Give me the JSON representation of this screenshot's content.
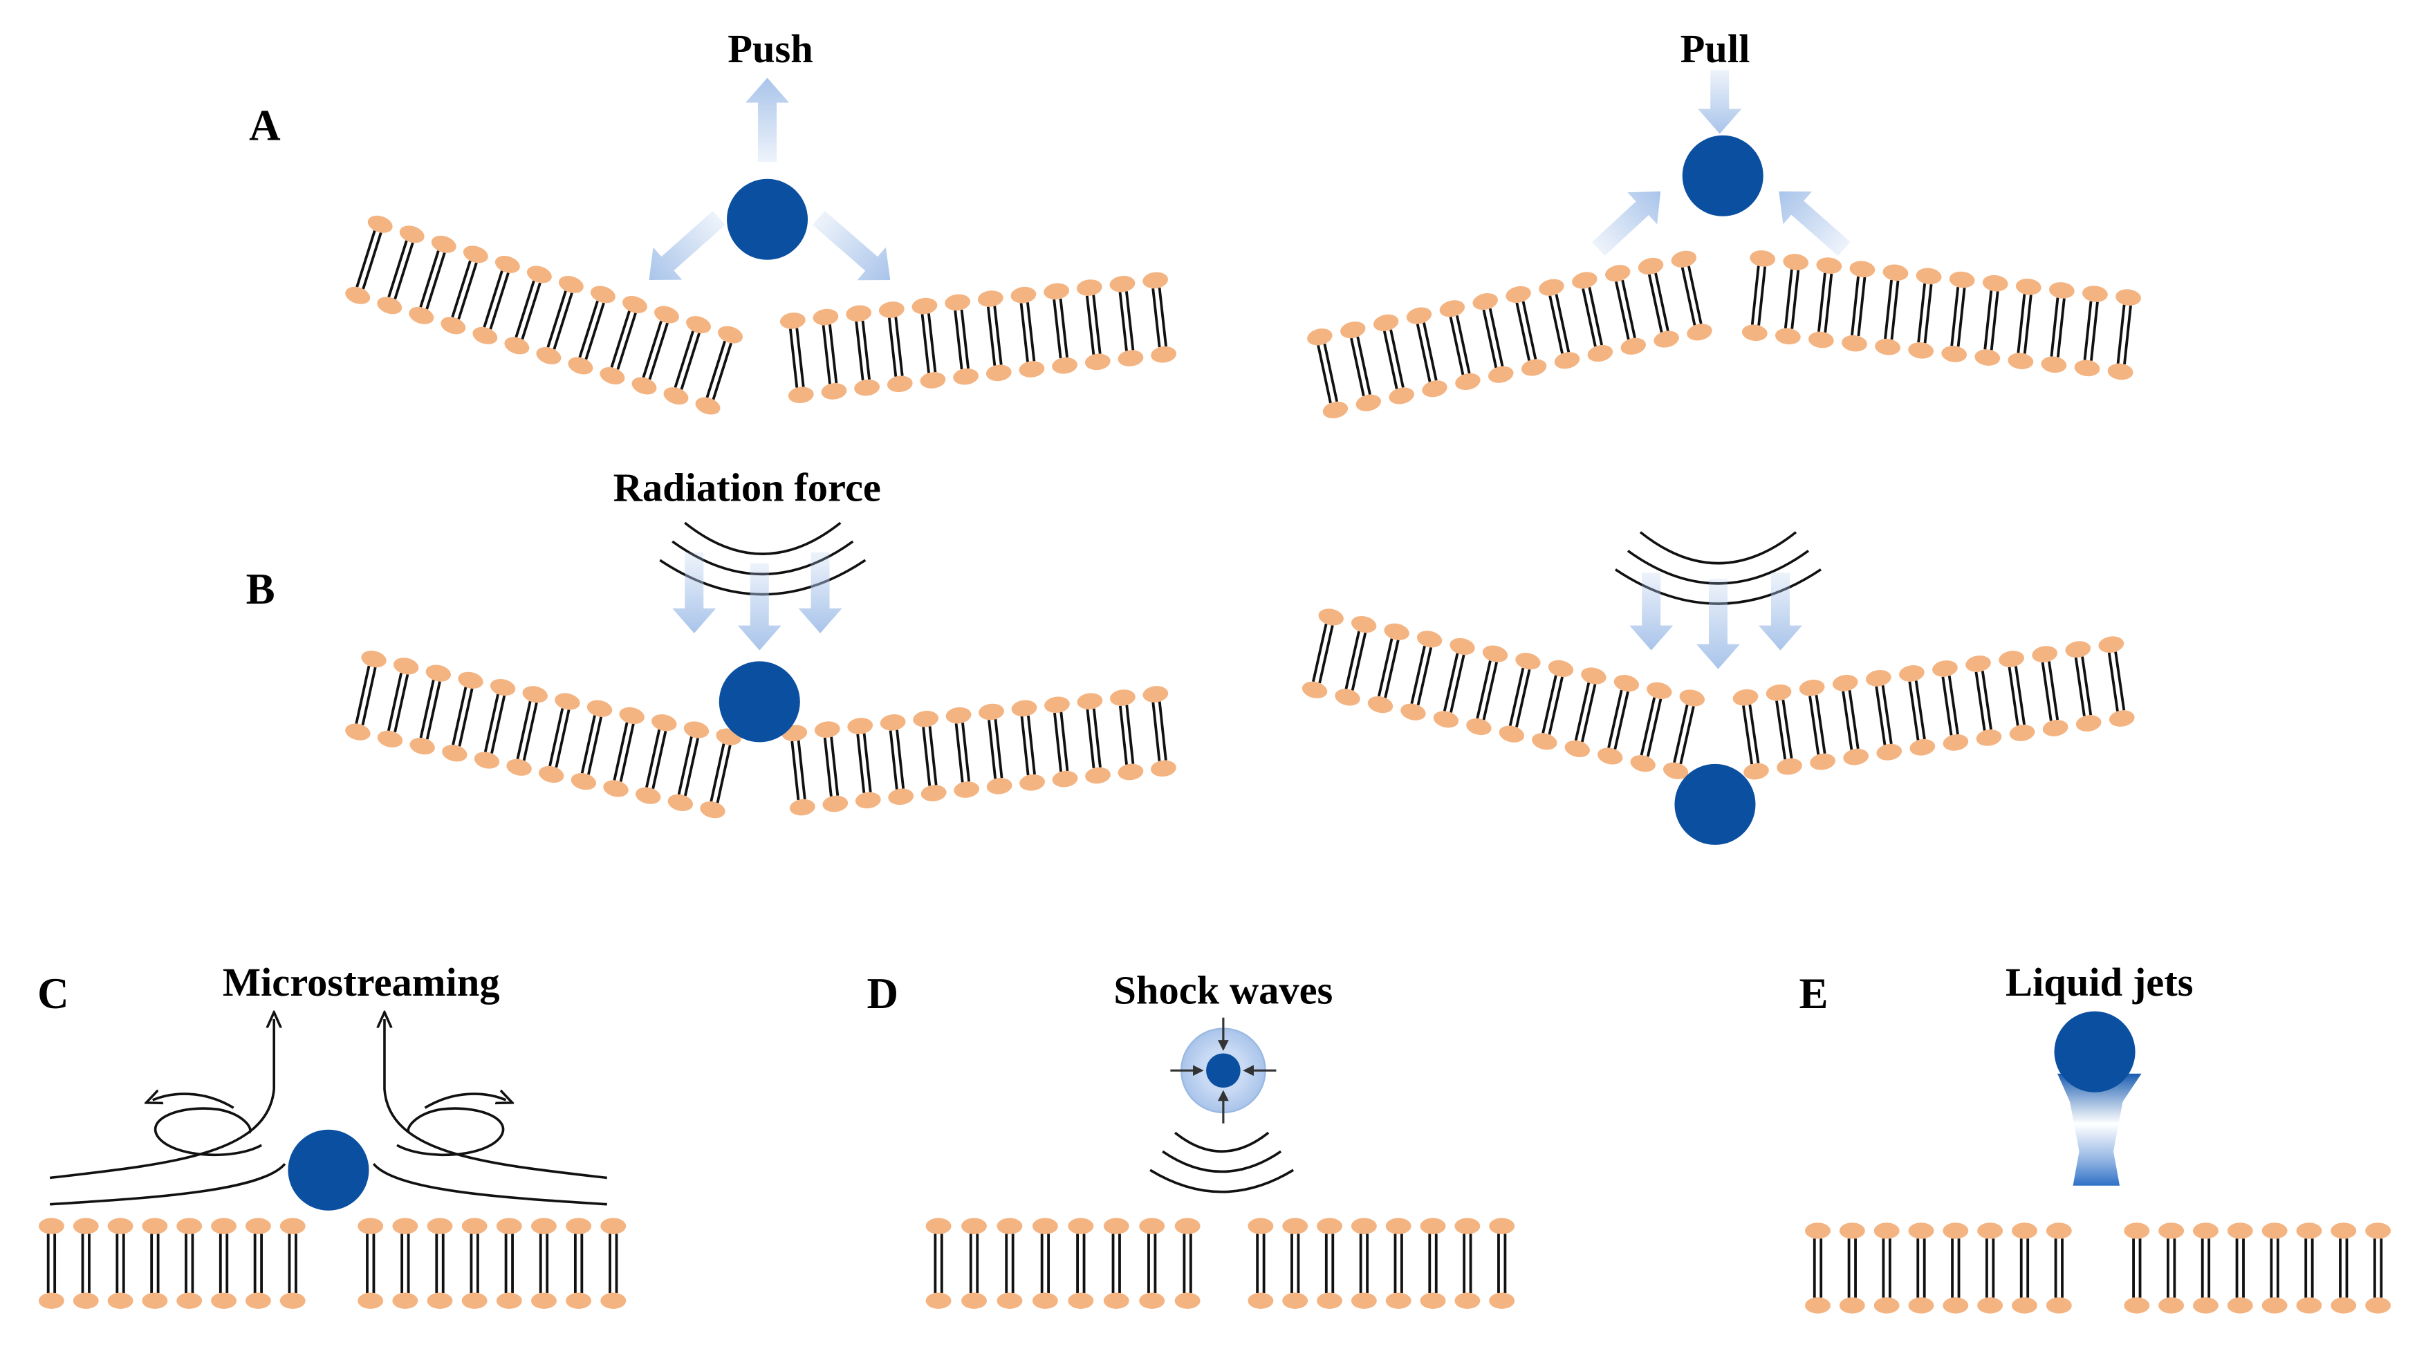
{
  "panels": {
    "a": {
      "letter": "A",
      "push_label": "Push",
      "pull_label": "Pull"
    },
    "b": {
      "letter": "B",
      "title": "Radiation force"
    },
    "c": {
      "letter": "C",
      "title": "Microstreaming"
    },
    "d": {
      "letter": "D",
      "title": "Shock waves"
    },
    "e": {
      "letter": "E",
      "title": "Liquid jets"
    }
  },
  "colors": {
    "bubble": "#0a4fa0",
    "lipid_head": "#f4b482",
    "lipid_tail": "#111111",
    "force_arrow": "#a9c4ea",
    "stream_line": "#111111"
  }
}
